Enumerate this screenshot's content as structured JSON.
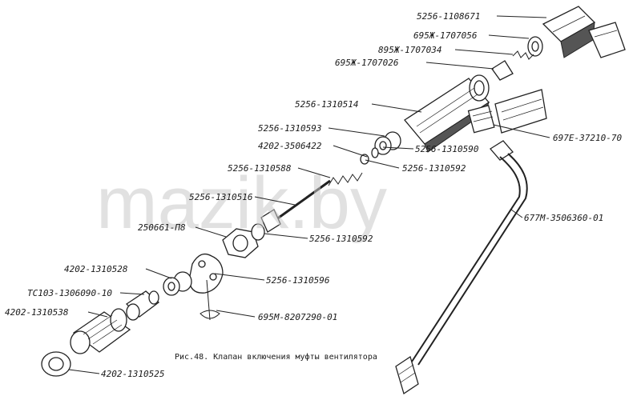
{
  "labels": {
    "l1": "5256-1108671",
    "l2": "695Ж-1707056",
    "l3": "895Ж-1707034",
    "l4": "695Ж-1707026",
    "l5": "5256-1310514",
    "l6": "697Е-37210-70",
    "l7": "5256-1310593",
    "l8": "4202-3506422",
    "l9": "5256-1310590",
    "l10": "5256-1310588",
    "l11": "5256-1310592",
    "l12": "5256-1310516",
    "l13": "677М-3506360-01",
    "l14": "250661-П8",
    "l15": "5256-1310592",
    "l16": "4202-1310528",
    "l17": "5256-1310596",
    "l18": "ТС103-1306090-10",
    "l19": "4202-1310538",
    "l20": "695М-8207290-01",
    "l21": "4202-1310525"
  },
  "caption": "Рис.48. Клапан включения муфты вентилятора",
  "watermark": "mazik.by"
}
